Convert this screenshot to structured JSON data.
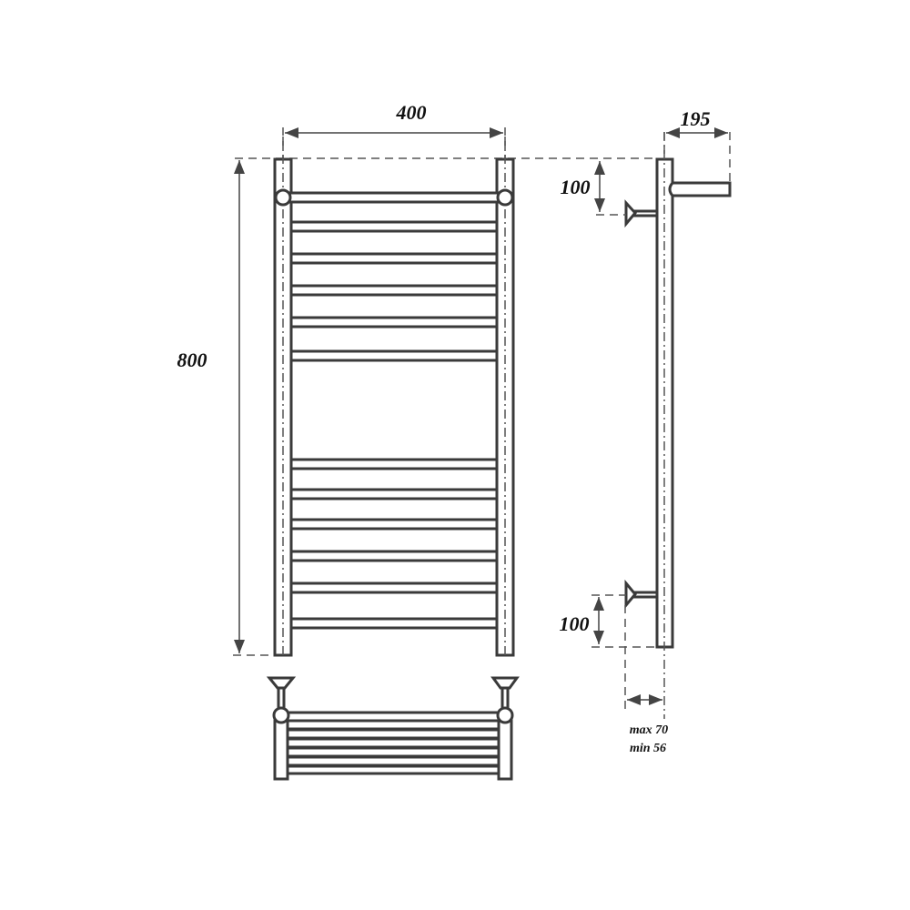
{
  "drawing": {
    "title": "Heated towel rail dimensional drawing",
    "colors": {
      "line": "#3a3a3a",
      "dimension": "#444444",
      "text": "#111111",
      "background": "#ffffff"
    },
    "front_view": {
      "width_label": "400",
      "height_label": "800",
      "upper_bar_pairs": 5,
      "lower_bar_pairs": 6,
      "top_rail": "round-end top rail"
    },
    "side_view": {
      "depth_label": "195",
      "top_mount_offset_label": "100",
      "bottom_mount_offset_label": "100",
      "wall_distance_max": "max 70",
      "wall_distance_min": "min 56"
    },
    "top_view": {
      "bar_count": 6
    }
  }
}
